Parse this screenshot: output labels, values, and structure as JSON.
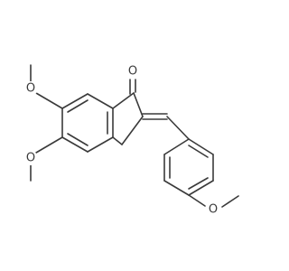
{
  "molecule": {
    "atoms": {
      "carbonyl_oxygen": "O",
      "methoxy_oxygen_top": "O",
      "methoxy_oxygen_middle": "O",
      "methoxy_oxygen_right": "O"
    }
  }
}
